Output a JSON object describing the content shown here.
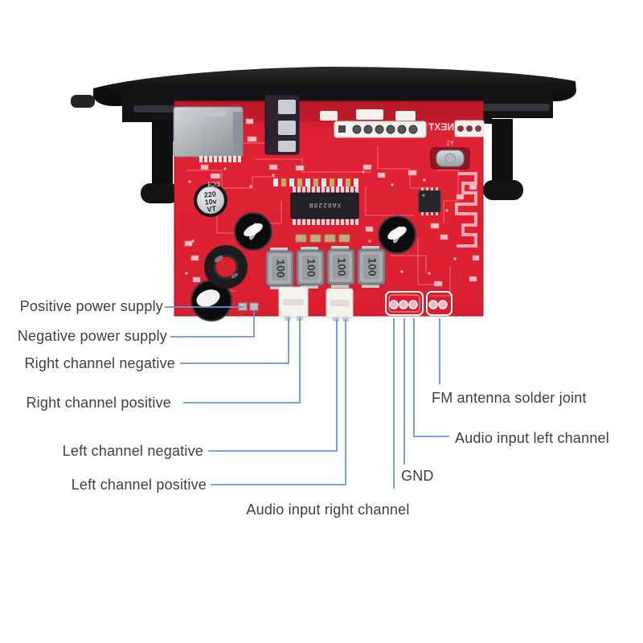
{
  "callouts": {
    "positive_power": "Positive power supply",
    "negative_power": "Negative power supply",
    "right_channel_negative": "Right channel negative",
    "right_channel_positive": "Right channel positive",
    "left_channel_negative": "Left channel negative",
    "left_channel_positive": "Left channel positive",
    "audio_input_right": "Audio input right channel",
    "gnd": "GND",
    "audio_input_left": "Audio input left channel",
    "fm_antenna": "FM antenna solder joint"
  },
  "board": {
    "silkscreen": {
      "next_marking": "NEXT",
      "crystal_ref": "Y1",
      "cap_ref": "EC4",
      "cap_line1": "220",
      "cap_line2": "10v",
      "cap_line3": "VT",
      "ic_marking": "XA0228B",
      "inductor_marking": "100"
    },
    "colors": {
      "pcb_red": "#dd2130",
      "pcb_trace_pink": "#f2697a",
      "bezel_black": "#19191c",
      "inductor_gray": "#9aa0a5",
      "connector_white": "#f4f2ee",
      "callout_line_blue": "#6496dd",
      "callout_text_gray": "#3e3e40",
      "background": "#ffffff"
    }
  }
}
